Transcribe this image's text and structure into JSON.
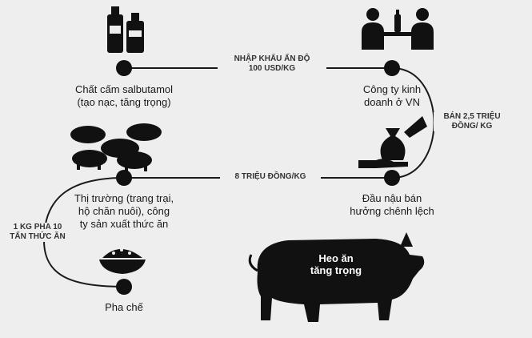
{
  "nodes": [
    {
      "label": "Chất cấm salbutamol",
      "sublabel": "(tạo nạc, tăng trọng)",
      "icon": "bottles-icon"
    },
    {
      "label": "Công ty kinh",
      "sublabel": "doanh ở VN",
      "icon": "business-handshake-icon"
    },
    {
      "label": "Đầu nậu bán",
      "sublabel": "hưởng chênh lệch",
      "icon": "money-bag-hand-icon"
    },
    {
      "label": "Thị trường (trang trại,",
      "sublabel": "hộ chăn nuôi), công",
      "sublabel2": "ty sản xuất thức ăn",
      "icon": "pigs-group-icon"
    },
    {
      "label": "Pha chế",
      "icon": "feed-bowl-icon"
    }
  ],
  "edges": {
    "import_line1": "NHẬP KHẨU ẤN ĐỘ",
    "import_line2": "100 USD/KG",
    "resale_line1": "BÁN 2,5 TRIỆU",
    "resale_line2": "ĐỒNG/ KG",
    "market_price": "8 TRIỆU ĐỒNG/KG",
    "mix_line1": "1 KG PHA 10",
    "mix_line2": "TẤN THỨC ĂN"
  },
  "pig": {
    "line1": "Heo ăn",
    "line2": "tăng trọng",
    "icon": "pig-silhouette-icon"
  },
  "colors": {
    "background": "#eeeeee",
    "ink": "#1a1a1a",
    "icon": "#111111"
  }
}
